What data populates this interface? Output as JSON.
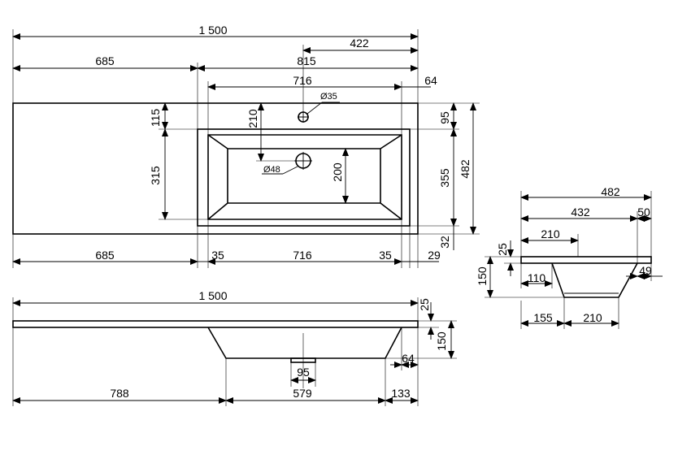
{
  "top_view": {
    "dims": {
      "total_width": "1 500",
      "right_span_422": "422",
      "left_685": "685",
      "right_815": "815",
      "basin_716": "716",
      "edge_64": "64",
      "hole_35": "Ø35",
      "hole_48": "Ø48",
      "depth_210": "210",
      "left_115": "115",
      "left_315": "315",
      "basin_200": "200",
      "right_95": "95",
      "right_355": "355",
      "right_482": "482",
      "right_32": "32",
      "bottom_685": "685",
      "bottom_35a": "35",
      "bottom_716": "716",
      "bottom_35b": "35",
      "bottom_29": "29"
    }
  },
  "front_view": {
    "dims": {
      "total_width": "1 500",
      "thick_25": "25",
      "height_150": "150",
      "right_64": "64",
      "drain_95": "95",
      "bottom_788": "788",
      "bottom_579": "579",
      "bottom_133": "133"
    }
  },
  "side_view": {
    "dims": {
      "depth_482": "482",
      "depth_432": "432",
      "edge_50": "50",
      "top_210": "210",
      "thick_25": "25",
      "height_150": "150",
      "left_110": "110",
      "right_49": "49",
      "bottom_155": "155",
      "bottom_210": "210"
    }
  }
}
